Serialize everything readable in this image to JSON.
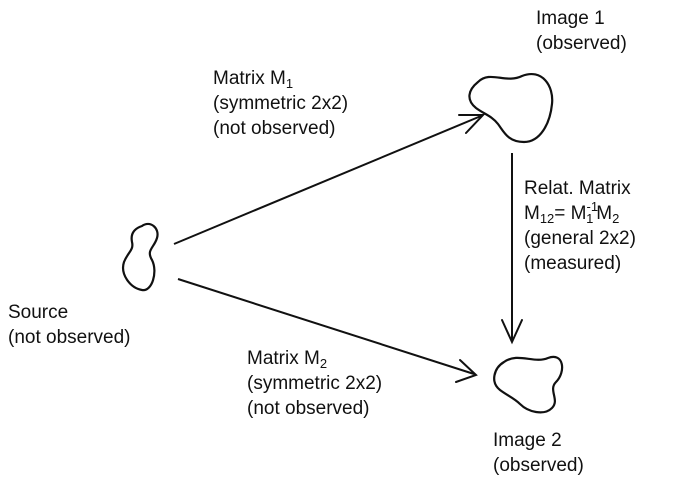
{
  "image1": {
    "line1": "Image 1",
    "line2": "(observed)"
  },
  "image2": {
    "line1": "Image 2",
    "line2": "(observed)"
  },
  "source": {
    "line1": "Source",
    "line2": "(not observed)"
  },
  "matrix1": {
    "prefix": "Matrix M",
    "subscript": "1",
    "line2": "(symmetric 2x2)",
    "line3": "(not observed)"
  },
  "matrix2": {
    "prefix": "Matrix M",
    "subscript": "2",
    "line2": "(symmetric 2x2)",
    "line3": "(not observed)"
  },
  "relative": {
    "line1": "Relat. Matrix",
    "m": "M",
    "m_sub": "12",
    "eq": "= M",
    "inv_sub": "1",
    "inv_sup": "-1",
    "m2": "M",
    "m2_sub": "2",
    "line3": "(general 2x2)",
    "line4": "(measured)"
  }
}
